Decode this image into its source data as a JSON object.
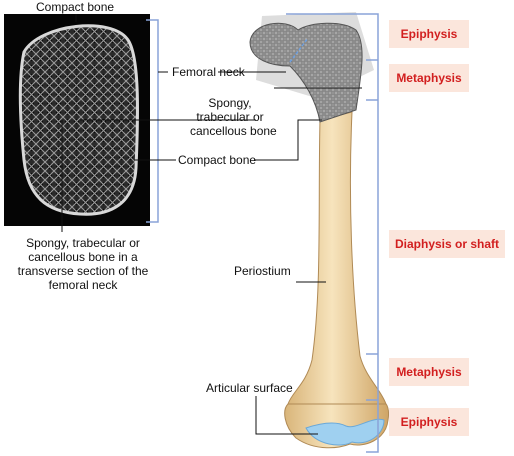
{
  "labels": {
    "compact_bone_top": "Compact bone",
    "femoral_neck": "Femoral neck",
    "spongy_line1": "Spongy,",
    "spongy_line2": "trabecular or",
    "spongy_line3": "cancellous bone",
    "compact_bone_mid": "Compact bone",
    "section_line1": "Spongy, trabecular or",
    "section_line2": "cancellous bone in a",
    "section_line3": "transverse section of the",
    "section_line4": "femoral neck",
    "periostium": "Periostium",
    "articular_surface": "Articular surface"
  },
  "regions": {
    "epiphysis_top": "Epiphysis",
    "metaphysis_top": "Metaphysis",
    "diaphysis": "Diaphysis or shaft",
    "metaphysis_bottom": "Metaphysis",
    "epiphysis_bottom": "Epiphysis"
  },
  "colors": {
    "region_text": "#d21f1f",
    "region_bg": "#fbe6dc",
    "bracket": "#8aa3d8",
    "bone": "#f2d9a8",
    "cartilage": "#9fd0f0"
  }
}
